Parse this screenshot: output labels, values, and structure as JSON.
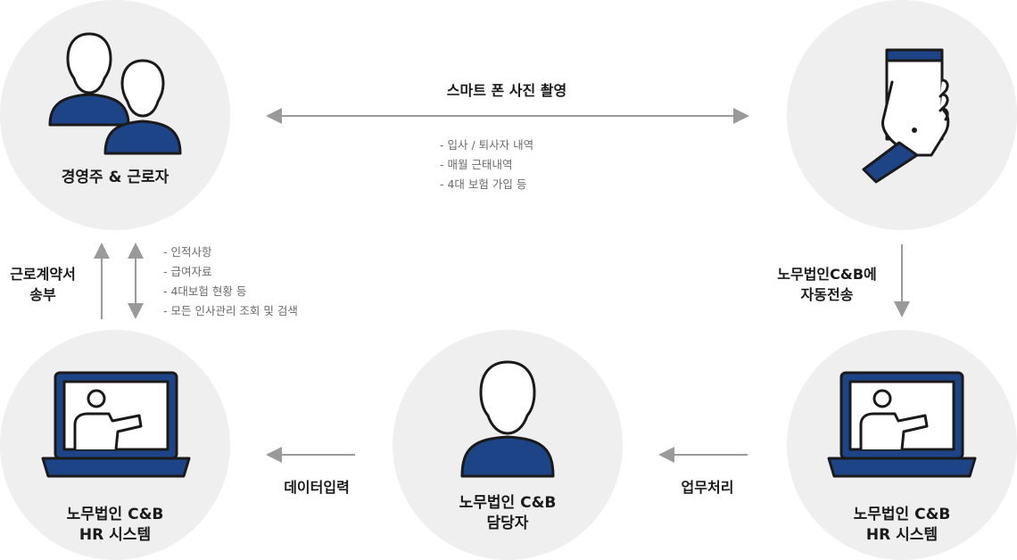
{
  "nodes": {
    "owner": "경영주 & 근로자",
    "hr_left": [
      "노무법인 C&B",
      "HR 시스템"
    ],
    "staff": [
      "노무법인 C&B",
      "담당자"
    ],
    "hr_right": [
      "노무법인 C&B",
      "HR 시스템"
    ]
  },
  "edges": {
    "top_label": "스마트 폰 사진 촬영",
    "top_notes": [
      "- 입사 / 퇴사자 내역",
      "- 매월 근태내역",
      "- 4대 보험 가입 등"
    ],
    "left_label": [
      "근로계약서",
      "송부"
    ],
    "left_notes": [
      "- 인적사항",
      "- 급여자료",
      "- 4대보험 현황 등",
      "- 모든 인사관리 조회 및 검색"
    ],
    "right_label": [
      "노무법인C&B에",
      "자동전송"
    ],
    "bottom_right_label": "업무처리",
    "bottom_left_label": "데이터입력"
  },
  "colors": {
    "primary": "#1d4487",
    "circle": "#efefef",
    "arrow": "#9a9a9a",
    "note": "#6b6b6b"
  }
}
